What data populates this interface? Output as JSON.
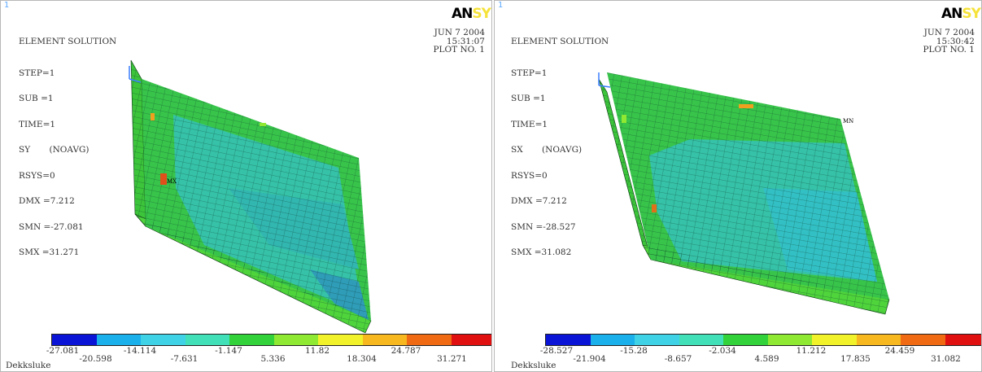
{
  "panels": [
    {
      "window_number": "1",
      "logo_main": "AN",
      "logo_accent": "SYS",
      "info_title": "ELEMENT SOLUTION",
      "info_lines": [
        "STEP=1",
        "SUB =1",
        "TIME=1",
        "SY       (NOAVG)",
        "RSYS=0",
        "DMX =7.212",
        "SMN =-27.081",
        "SMX =31.271"
      ],
      "date": "JUN  7 2004",
      "time": "15:31:07",
      "plot": "PLOT NO.   1",
      "caption": "Dekksluke",
      "contour_labels": [
        "-27.081",
        "-20.598",
        "-14.114",
        "-7.631",
        "-1.147",
        "5.336",
        "11.82",
        "18.304",
        "24.787",
        "31.271"
      ],
      "marker_label": "MX"
    },
    {
      "window_number": "1",
      "logo_main": "AN",
      "logo_accent": "SYS",
      "info_title": "ELEMENT SOLUTION",
      "info_lines": [
        "STEP=1",
        "SUB =1",
        "TIME=1",
        "SX       (NOAVG)",
        "RSYS=0",
        "DMX =7.212",
        "SMN =-28.527",
        "SMX =31.082"
      ],
      "date": "JUN  7 2004",
      "time": "15:30:42",
      "plot": "PLOT NO.   1",
      "caption": "Dekksluke",
      "contour_labels": [
        "-28.527",
        "-21.904",
        "-15.28",
        "-8.657",
        "-2.034",
        "4.589",
        "11.212",
        "17.835",
        "24.459",
        "31.082"
      ],
      "marker_label": "MN"
    }
  ],
  "contour_colors": [
    "#0a14d6",
    "#1ab0ec",
    "#3fd2e6",
    "#42e0b8",
    "#32d23a",
    "#8fe832",
    "#f2f22a",
    "#f7b71e",
    "#f06a14",
    "#e01010"
  ]
}
